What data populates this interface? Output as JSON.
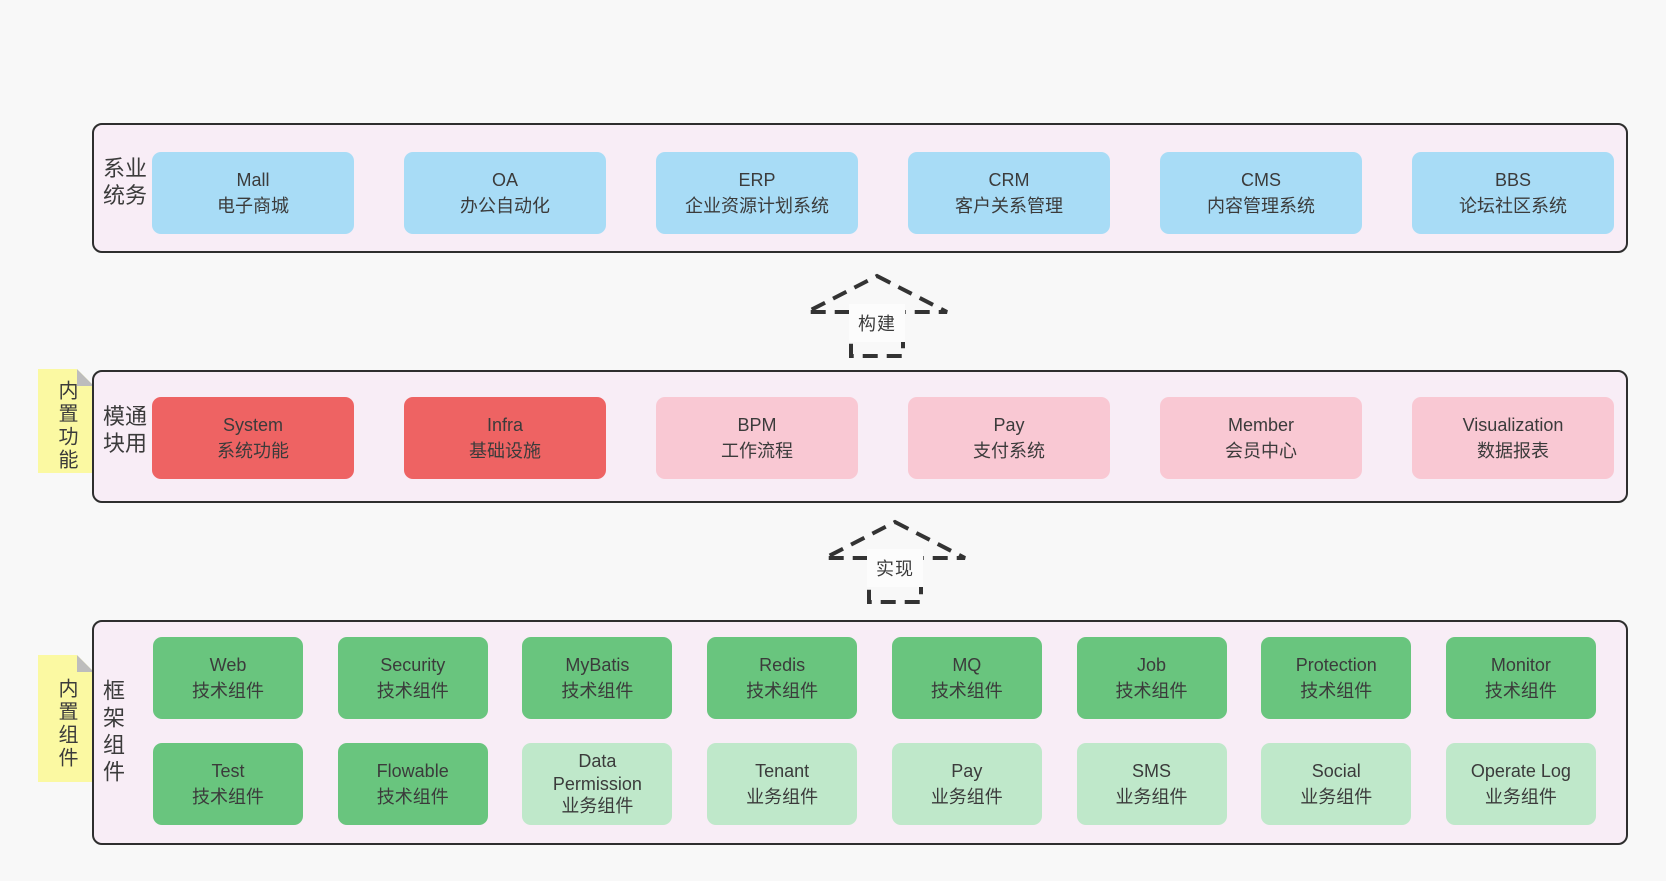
{
  "colors": {
    "pageBg": "#f8f8f8",
    "bandBg": "#f8edf6",
    "border": "#2e2e2e",
    "text": "#3b3b3b",
    "blue": "#a8dcf6",
    "red": "#ee6363",
    "pink": "#f9c8d3",
    "green": "#69c57e",
    "lightgreen": "#bfe8ca",
    "yellow": "#fbf9a2",
    "fold": "#bdbdbd",
    "labelBg": "#fcfcfc"
  },
  "arrows": [
    {
      "label": "构建"
    },
    {
      "label": "实现"
    }
  ],
  "bands": [
    {
      "label": "业务系统",
      "rows": [
        [
          {
            "en": "Mall",
            "zh": "电子商城"
          },
          {
            "en": "OA",
            "zh": "办公自动化"
          },
          {
            "en": "ERP",
            "zh": "企业资源计划系统"
          },
          {
            "en": "CRM",
            "zh": "客户关系管理"
          },
          {
            "en": "CMS",
            "zh": "内容管理系统"
          },
          {
            "en": "BBS",
            "zh": "论坛社区系统"
          }
        ]
      ]
    },
    {
      "label": "通用模块",
      "sticky": "内置功能",
      "rows": [
        [
          {
            "en": "System",
            "zh": "系统功能"
          },
          {
            "en": "Infra",
            "zh": "基础设施"
          },
          {
            "en": "BPM",
            "zh": "工作流程"
          },
          {
            "en": "Pay",
            "zh": "支付系统"
          },
          {
            "en": "Member",
            "zh": "会员中心"
          },
          {
            "en": "Visualization",
            "zh": "数据报表"
          }
        ]
      ]
    },
    {
      "label": "框架组件",
      "sticky": "内置组件",
      "rows": [
        [
          {
            "en": "Web",
            "zh": "技术组件"
          },
          {
            "en": "Security",
            "zh": "技术组件"
          },
          {
            "en": "MyBatis",
            "zh": "技术组件"
          },
          {
            "en": "Redis",
            "zh": "技术组件"
          },
          {
            "en": "MQ",
            "zh": "技术组件"
          },
          {
            "en": "Job",
            "zh": "技术组件"
          },
          {
            "en": "Protection",
            "zh": "技术组件"
          },
          {
            "en": "Monitor",
            "zh": "技术组件"
          }
        ],
        [
          {
            "en": "Test",
            "zh": "技术组件"
          },
          {
            "en": "Flowable",
            "zh": "技术组件"
          },
          {
            "en": "Data Permission",
            "zh": "业务组件"
          },
          {
            "en": "Tenant",
            "zh": "业务组件"
          },
          {
            "en": "Pay",
            "zh": "业务组件"
          },
          {
            "en": "SMS",
            "zh": "业务组件"
          },
          {
            "en": "Social",
            "zh": "业务组件"
          },
          {
            "en": "Operate Log",
            "zh": "业务组件"
          }
        ]
      ]
    }
  ]
}
